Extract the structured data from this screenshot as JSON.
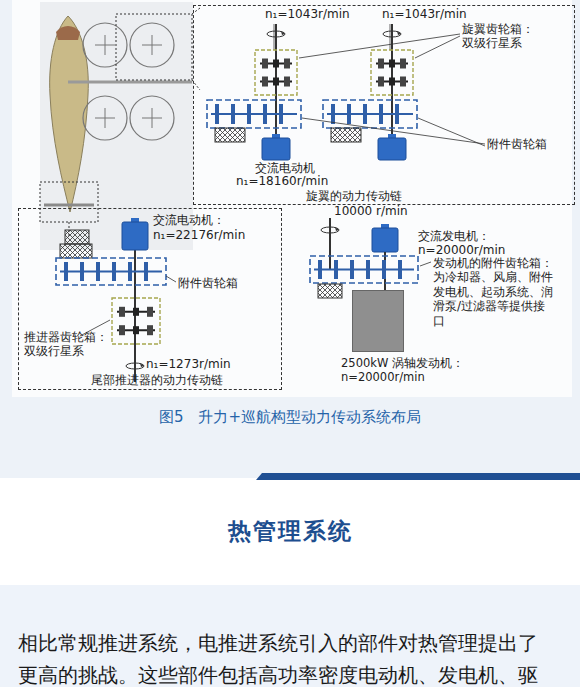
{
  "diagram": {
    "caption": "图5　升力+巡航构型动力传动系统布局",
    "nodes": [
      {
        "text": [
          "旋翼的动力传动链"
        ]
      },
      {
        "text": [
          "尾部推进器的动力传动链"
        ]
      },
      {
        "text": [
          "2500kW 涡轴发动机： n=20000r/min"
        ]
      },
      {
        "text": [
          "相比常规推进系统，电推进系统引入的部件对热管理提出了更高的挑战。这些部件包括高功率密度电动机、发电机、驱"
        ]
      }
    ],
    "labels": [
      "n₁=1043r/min",
      "n₁=1043r/min",
      "旋翼齿轮箱： 双级行星系",
      "附件齿轮箱",
      "交流电动机",
      "n₁=18160r/min",
      "交流电动机：",
      "n₁=22176r/min",
      "附件齿轮箱",
      "推进器齿轮箱： 双级行星系",
      "n₁=1273r/min",
      "10000 r/min",
      "交流发电机： n=20000r/min",
      "发动机的附件齿轮箱： 为冷却器、风扇、附件发电机、起动系统、润滑泵/过滤器等提供接口",
      "热管理系统"
    ]
  }
}
